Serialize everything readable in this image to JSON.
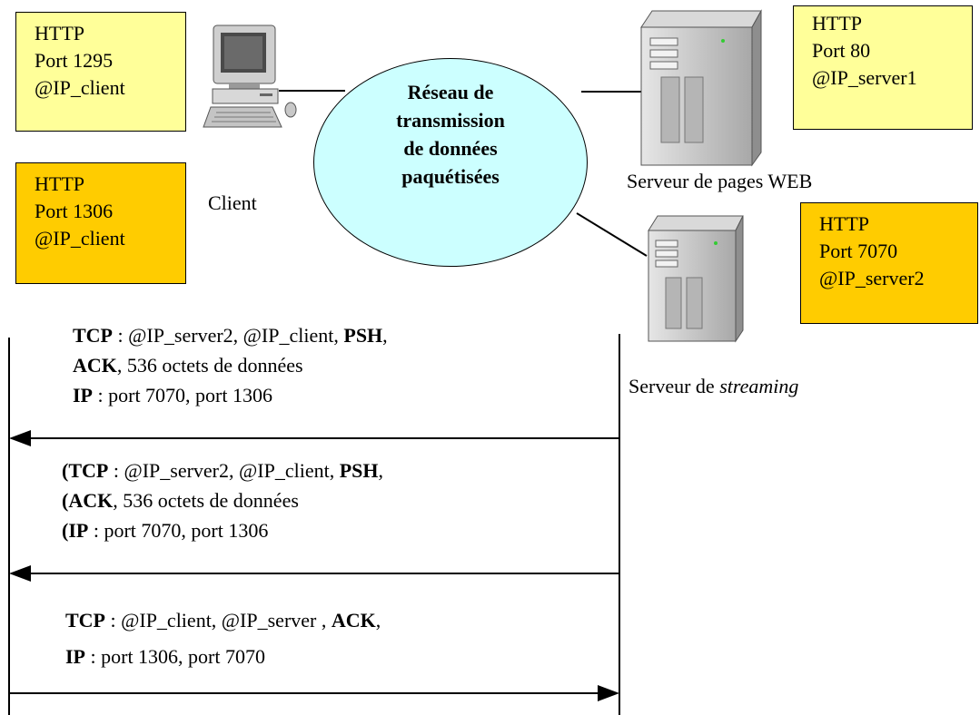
{
  "boxes": {
    "client_web": {
      "protocol": "HTTP",
      "port": "Port 1295",
      "ip": "@IP_client"
    },
    "client_stream": {
      "protocol": "HTTP",
      "port": "Port 1306",
      "ip": "@IP_client"
    },
    "server_web": {
      "protocol": "HTTP",
      "port": "Port 80",
      "ip": "@IP_server1"
    },
    "server_stream": {
      "protocol": "HTTP",
      "port": "Port 7070",
      "ip": "@IP_server2"
    }
  },
  "labels": {
    "client": "Client",
    "web_server": "Serveur de pages WEB",
    "stream_server_prefix": "Serveur de ",
    "stream_server_italic": "streaming"
  },
  "network": {
    "line1": "Réseau de",
    "line2": "transmission",
    "line3": "de données",
    "line4": "paquétisées"
  },
  "messages": [
    {
      "l1_b1": "TCP",
      "l1_t1": " : @IP_server2, @IP_client, ",
      "l1_b2": "PSH",
      "l1_t2": ",",
      "l2_b1": "ACK",
      "l2_t1": ", 536 octets de données",
      "l3_b1": "IP",
      "l3_t1": " : port 7070, port 1306"
    },
    {
      "l1_b1": "(TCP",
      "l1_t1": " : @IP_server2, @IP_client, ",
      "l1_b2": "PSH",
      "l1_t2": ",",
      "l2_b1": "(ACK",
      "l2_t1": ", 536 octets de données",
      "l3_b1": "(IP",
      "l3_t1": " : port 7070, port 1306"
    },
    {
      "l1_b1": "TCP",
      "l1_t1": " : @IP_client, @IP_server , ",
      "l1_b2": "ACK",
      "l1_t2": ",",
      "l2_b1": "IP",
      "l2_t1": " : port 1306, port 7070"
    }
  ],
  "colors": {
    "box_light": "#ffff99",
    "box_dark": "#ffcc00",
    "network_fill": "#ccffff"
  },
  "icons": [
    "client-computer-icon",
    "web-server-icon",
    "streaming-server-icon"
  ]
}
